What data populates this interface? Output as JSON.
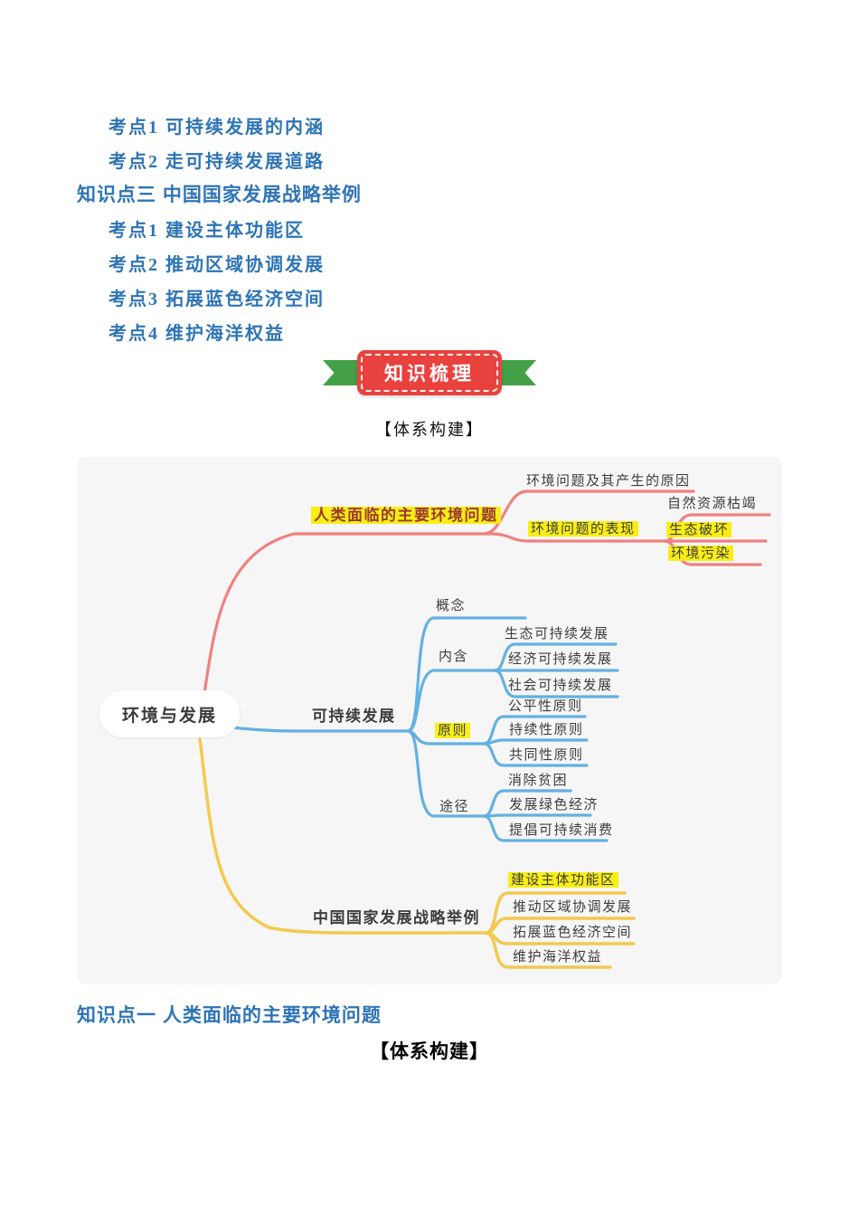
{
  "toc": {
    "items": [
      {
        "label": "考点1 可持续发展的内涵",
        "type": "exam"
      },
      {
        "label": "考点2 走可持续发展道路",
        "type": "exam"
      },
      {
        "label": "知识点三 中国国家发展战略举例",
        "type": "knowledge"
      },
      {
        "label": "考点1 建设主体功能区",
        "type": "exam"
      },
      {
        "label": "考点2 推动区域协调发展",
        "type": "exam"
      },
      {
        "label": "考点3 拓展蓝色经济空间",
        "type": "exam"
      },
      {
        "label": "考点4 维护海洋权益",
        "type": "exam"
      }
    ]
  },
  "banner": {
    "label": "知识梳理",
    "bg_color": "#e9423e",
    "ribbon_color": "#43a047"
  },
  "headings": {
    "system_build_1": "【体系构建】",
    "knowledge_point_1": "知识点一 人类面临的主要环境问题",
    "system_build_2": "【体系构建】"
  },
  "mindmap": {
    "root_label": "环境与发展",
    "colors": {
      "environment": "#f08080",
      "sustainable": "#63b1e2",
      "strategy": "#f3c94f",
      "highlight": "#f8ee15"
    },
    "environment_branch": {
      "label": "人类面临的主要环境问题",
      "cause": "环境问题及其产生的原因",
      "manifestation": "环境问题的表现",
      "manifestation_items": [
        "自然资源枯竭",
        "生态破坏",
        "环境污染"
      ]
    },
    "sustainable_branch": {
      "label": "可持续发展",
      "concept": "概念",
      "connotation": "内含",
      "connotation_items": [
        "生态可持续发展",
        "经济可持续发展",
        "社会可持续发展"
      ],
      "principle": "原则",
      "principle_items": [
        "公平性原则",
        "持续性原则",
        "共同性原则"
      ],
      "approach": "途径",
      "approach_items": [
        "消除贫困",
        "发展绿色经济",
        "提倡可持续消费"
      ]
    },
    "strategy_branch": {
      "label": "中国国家发展战略举例",
      "items": [
        "建设主体功能区",
        "推动区域协调发展",
        "拓展蓝色经济空间",
        "维护海洋权益"
      ]
    }
  }
}
